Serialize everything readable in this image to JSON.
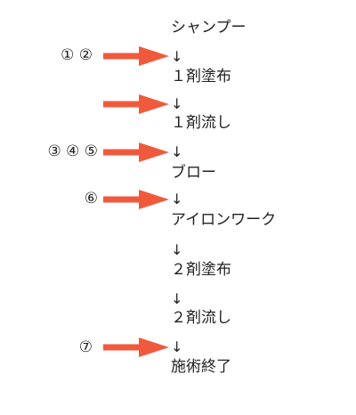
{
  "flow": {
    "steps": [
      "シャンプー",
      "１剤塗布",
      "１剤流し",
      "ブロー",
      "アイロンワーク",
      "２剤塗布",
      "２剤流し",
      "施術終了"
    ],
    "connector": "↓",
    "markers": [
      "① ②",
      "③ ④ ⑤",
      "⑥",
      "⑦"
    ],
    "arrow_color": "#f05a3c"
  }
}
